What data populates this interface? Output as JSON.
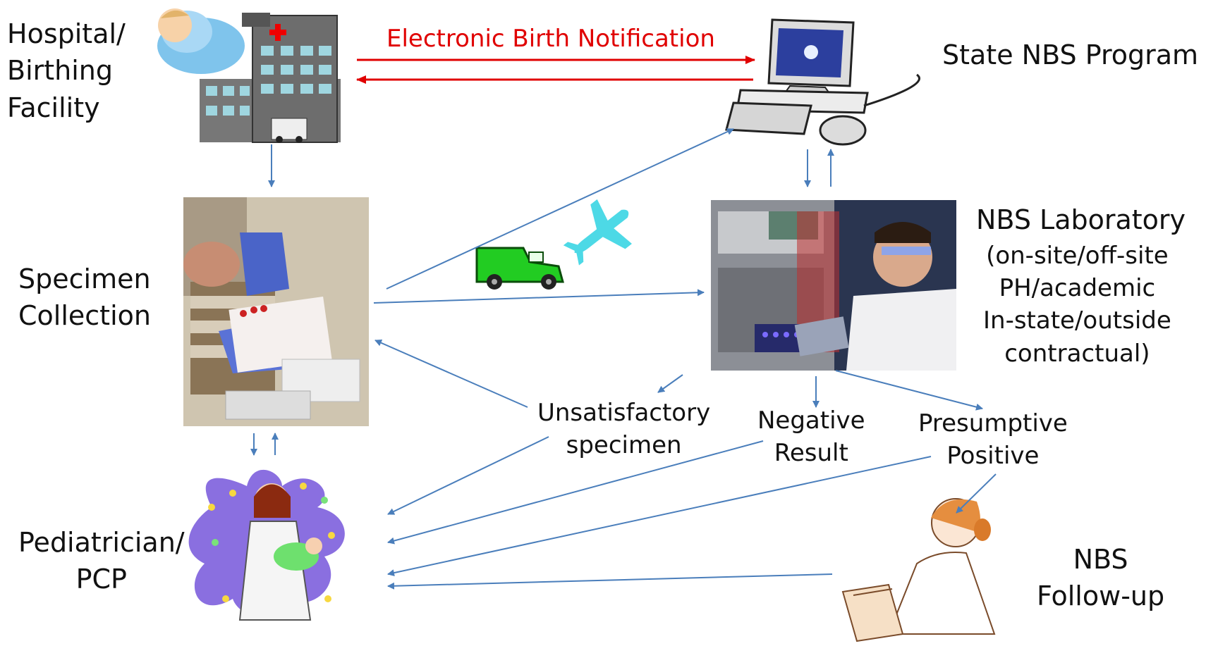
{
  "hospital": {
    "line1": "Hospital/",
    "line2": "Birthing",
    "line3": "Facility"
  },
  "notification": {
    "label": "Electronic Birth Notification",
    "color": "#e00000"
  },
  "state_program": {
    "label": "State NBS Program"
  },
  "specimen": {
    "line1": "Specimen",
    "line2": "Collection"
  },
  "lab": {
    "title": "NBS Laboratory",
    "line1": "(on-site/off-site",
    "line2": "PH/academic",
    "line3": "In-state/outside",
    "line4": "contractual)"
  },
  "unsatisfactory": {
    "line1": "Unsatisfactory",
    "line2": "specimen"
  },
  "negative": {
    "line1": "Negative",
    "line2": "Result"
  },
  "presumptive": {
    "line1": "Presumptive",
    "line2": "Positive"
  },
  "pediatrician": {
    "line1": "Pediatrician/",
    "line2": "PCP"
  },
  "followup": {
    "line1": "NBS",
    "line2": "Follow-up"
  },
  "colors": {
    "arrow": "#4a7ebb",
    "truck": "#22cc22",
    "plane": "#4dd9e6"
  }
}
